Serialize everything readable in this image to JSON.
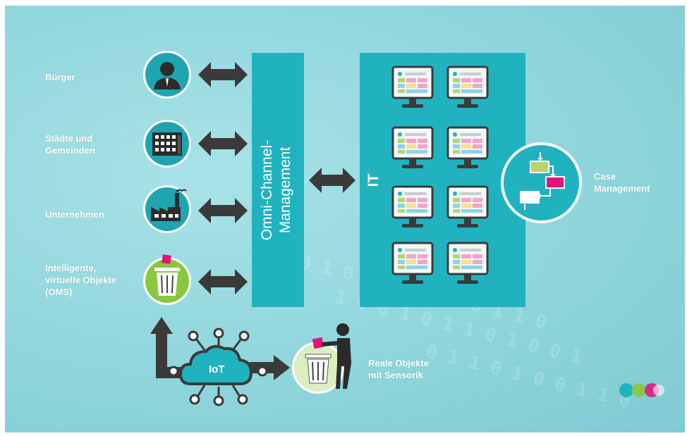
{
  "left_labels": {
    "buerger": "Bürger",
    "staedte": "Städte und\nGemeinden",
    "unternehmen": "Unternehmen",
    "intelligente": "Intelligente,\nvirtuelle Objekte\n(OMS)"
  },
  "omni_channel": "Omni-Channel-\nManagement",
  "it_label": "IT",
  "case_management": "Case\nManagement",
  "iot_label": "IoT",
  "reale_objekte": "Reale Objekte\nmit Sensorik",
  "colors": {
    "panel": "#20b3bf",
    "background": "#93d8de",
    "arrow": "#3a3a3a",
    "trash_green": "#8cc63f",
    "accent_pink": "#e5127d"
  },
  "icons": [
    "person-icon",
    "building-icon",
    "factory-icon",
    "trash-bin-icon",
    "monitor-icon",
    "workflow-icon",
    "cloud-icon",
    "person-throwing-trash-icon",
    "logo-dots-icon"
  ]
}
